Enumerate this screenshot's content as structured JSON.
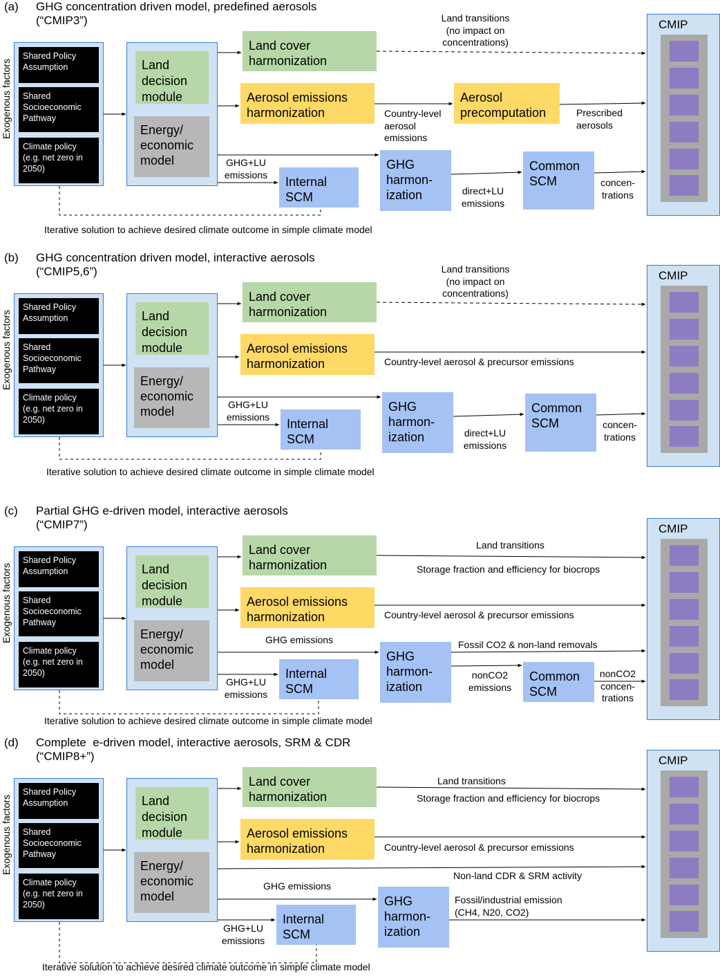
{
  "panels": [
    {
      "label": "(a)",
      "title": "GHG concentration driven model, predefined aerosols",
      "subtitle": "(“CMIP3”)",
      "exogenous_label": "Exogenous factors",
      "exogenous": [
        "Shared Policy\nAssumption",
        "Shared\nSocioeconomic\nPathway",
        "Climate policy\n(e.g. net zero in\n2050)"
      ],
      "land_decision": "Land\ndecision\nmodule",
      "energy_model": "Energy/\neconomic\nmodel",
      "land_cover": "Land cover\nharmonization",
      "aerosol": "Aerosol emissions\nharmonization",
      "aerosol_pre": "Aerosol\nprecomputation",
      "internal_scm": "Internal\nSCM",
      "ghg_harm": "GHG\nharmon-\nization",
      "common_scm": "Common\nSCM",
      "cmip": "CMIP",
      "labels": {
        "land_transitions": "Land transitions\n(no impact on\nconcentrations)",
        "country_level": "Country-level\naerosol\nemissions",
        "prescribed": "Prescribed\naerosols",
        "ghg_lu": "GHG+LU\nemissions",
        "direct_lu": "direct+LU\nemissions",
        "concentrations": "concen-\ntrations",
        "iterative": "Iterative solution to achieve desired climate outcome in simple climate model"
      }
    },
    {
      "label": "(b)",
      "title": "GHG concentration driven model, interactive aerosols",
      "subtitle": "(“CMIP5,6”)",
      "exogenous_label": "Exogenous factors",
      "exogenous": [
        "Shared Policy\nAssumption",
        "Shared\nSocioeconomic\nPathway",
        "Climate policy\n(e.g. net zero in\n2050)"
      ],
      "land_decision": "Land\ndecision\nmodule",
      "energy_model": "Energy/\neconomic\nmodel",
      "land_cover": "Land cover\nharmonization",
      "aerosol": "Aerosol emissions\nharmonization",
      "internal_scm": "Internal\nSCM",
      "ghg_harm": "GHG\nharmon-\nization",
      "common_scm": "Common\nSCM",
      "cmip": "CMIP",
      "labels": {
        "land_transitions": "Land transitions\n(no impact on\nconcentrations)",
        "country_level": "Country-level aerosol & precursor emissions",
        "ghg_lu": "GHG+LU\nemissions",
        "direct_lu": "direct+LU\nemissions",
        "concentrations": "concen-\ntrations",
        "iterative": "Iterative solution to achieve desired climate outcome in simple climate model"
      }
    },
    {
      "label": "(c)",
      "title": "Partial GHG e-driven model, interactive aerosols",
      "subtitle": "(“CMIP7”)",
      "exogenous_label": "Exogenous factors",
      "exogenous": [
        "Shared Policy\nAssumption",
        "Shared\nSocioeconomic\nPathway",
        "Climate policy\n(e.g. net zero in\n2050)"
      ],
      "land_decision": "Land\ndecision\nmodule",
      "energy_model": "Energy/\neconomic\nmodel",
      "land_cover": "Land cover\nharmonization",
      "aerosol": "Aerosol emissions\nharmonization",
      "internal_scm": "Internal\nSCM",
      "ghg_harm": "GHG\nharmon-\nization",
      "common_scm": "Common\nSCM",
      "cmip": "CMIP",
      "labels": {
        "land_transitions": "Land transitions",
        "storage": "Storage fraction and efficiency for biocrops",
        "country_level": "Country-level aerosol & precursor emissions",
        "ghg_emissions": "GHG emissions",
        "ghg_lu": "GHG+LU\nemissions",
        "fossil": "Fossil CO2 & non-land removals",
        "nonco2_em": "nonCO2\nemissions",
        "nonco2_conc": "nonCO2\nconcen-\ntrations",
        "iterative": "Iterative solution to achieve desired climate outcome in simple climate model"
      }
    },
    {
      "label": "(d)",
      "title": "Complete  e-driven model, interactive aerosols, SRM & CDR",
      "subtitle": "(“CMIP8+”)",
      "exogenous_label": "Exogenous factors",
      "exogenous": [
        "Shared Policy\nAssumption",
        "Shared\nSocioeconomic\nPathway",
        "Climate policy\n(e.g. net zero in\n2050)"
      ],
      "land_decision": "Land\ndecision\nmodule",
      "energy_model": "Energy/\neconomic\nmodel",
      "land_cover": "Land cover\nharmonization",
      "aerosol": "Aerosol emissions\nharmonization",
      "internal_scm": "Internal\nSCM",
      "ghg_harm": "GHG\nharmon-\nization",
      "cmip": "CMIP",
      "labels": {
        "land_transitions": "Land transitions",
        "storage": "Storage fraction and efficiency for biocrops",
        "country_level": "Country-level aerosol & precursor emissions",
        "non_land_cdr": "Non-land CDR & SRM activity",
        "ghg_emissions": "GHG emissions",
        "ghg_lu": "GHG+LU\nemissions",
        "fossil_ind": "Fossil/industrial emission\n(CH4, N20, CO2)",
        "iterative": "Iterative solution to achieve desired climate outcome in simple climate model"
      }
    }
  ]
}
